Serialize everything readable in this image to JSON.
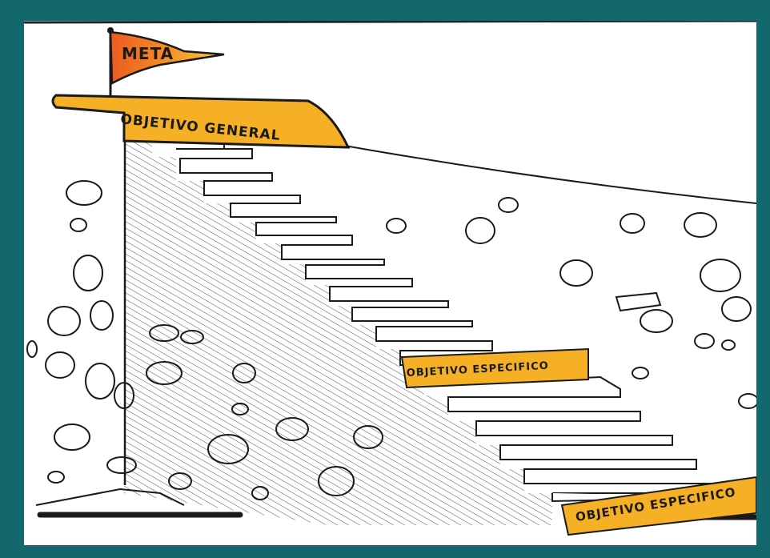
{
  "flag": {
    "text": "META"
  },
  "platform": {
    "text": "OBJETIVO GENERAL"
  },
  "steps": [
    {
      "text": "OBJETIVO ESPECIFICO"
    },
    {
      "text": "OBJETIVO ESPECIFICO"
    }
  ],
  "colors": {
    "frame": "#13686d",
    "paper": "#ffffff",
    "highlight": "#f5b025",
    "flag_orange": "#f07a1c",
    "flag_yellow": "#f6c93a",
    "ink": "#1a1a1a"
  }
}
